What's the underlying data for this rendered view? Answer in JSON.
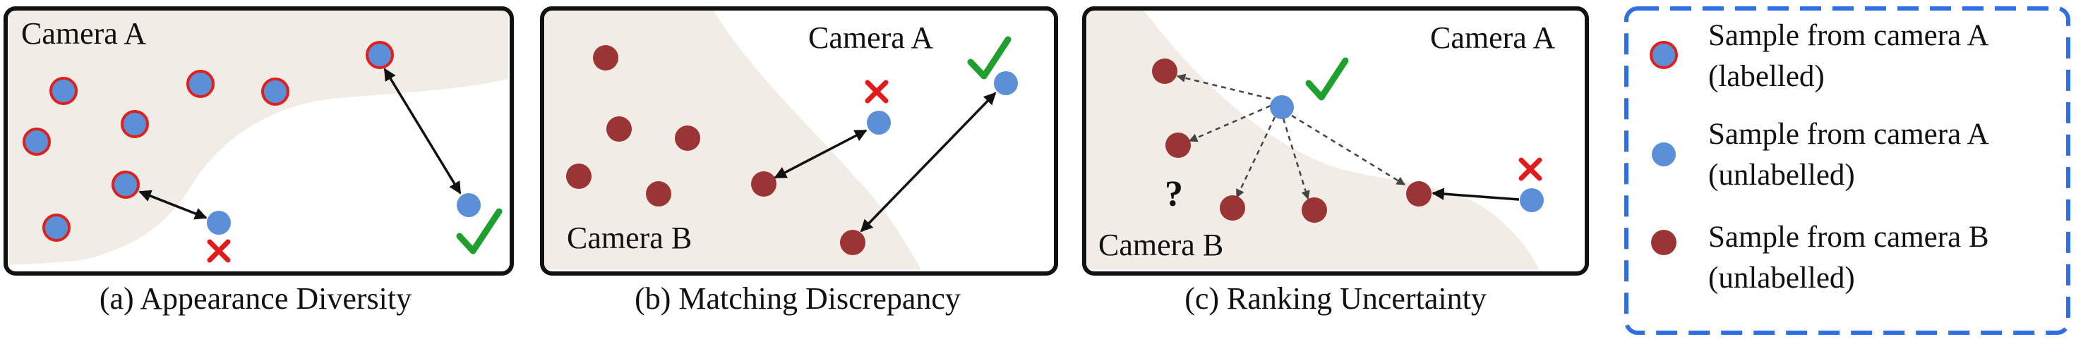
{
  "colors": {
    "labelled_a_fill": "#5b8fd8",
    "labelled_a_stroke": "#e0201c",
    "unlabelled_a_fill": "#5b8fd8",
    "unlabelled_b_fill": "#9b3434",
    "region": "#f1ede6",
    "panel_border": "#111111",
    "legend_border": "#2f6fe4",
    "check": "#1e9f2e",
    "cross": "#e11b1b"
  },
  "panels": [
    {
      "caption": "(a)  Appearance Diversity",
      "camera_labels": [
        "Camera A"
      ]
    },
    {
      "caption": "(b) Matching Discrepancy",
      "camera_labels": [
        "Camera A",
        "Camera B"
      ]
    },
    {
      "caption": "(c) Ranking Uncertainty",
      "camera_labels": [
        "Camera A",
        "Camera B"
      ],
      "question": "?"
    }
  ],
  "legend": [
    {
      "icon": "labelled-camera-a-dot",
      "lines": [
        "Sample from camera A",
        "(labelled)"
      ]
    },
    {
      "icon": "unlabelled-camera-a-dot",
      "lines": [
        "Sample from camera A",
        "(unlabelled)"
      ]
    },
    {
      "icon": "unlabelled-camera-b-dot",
      "lines": [
        "Sample from camera B",
        "(unlabelled)"
      ]
    }
  ]
}
